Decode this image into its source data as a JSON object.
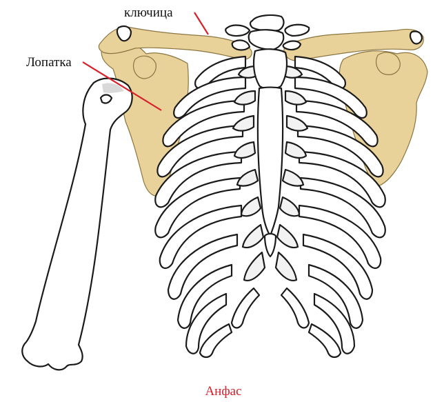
{
  "labels": {
    "clavicle": "ключица",
    "scapula": "Лопатка",
    "view": "Анфас"
  },
  "colors": {
    "accent_bone": "#e9d29a",
    "pointer": "#d6202a",
    "view_label": "#d6202a",
    "outline": "#1a1a1a"
  }
}
